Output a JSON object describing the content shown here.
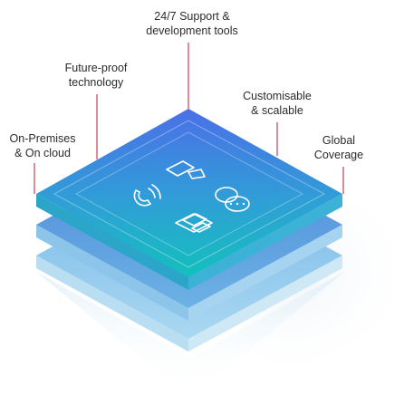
{
  "labels": {
    "support": "24/7 Support &\ndevelopment tools",
    "future": "Future-proof\ntechnology",
    "customisable": "Customisable\n& scalable",
    "premises": "On-Premises\n& On cloud",
    "global": "Global\nCoverage"
  },
  "icons": [
    "video-camera-icon",
    "phone-call-icon",
    "chat-bubbles-icon",
    "wallet-icon"
  ],
  "colors": {
    "top_layer_light": "#4f7fe6",
    "top_layer_dark": "#13b9bf",
    "lower_layer": "#5aa3d9",
    "bottom_layer": "#8ec9ea",
    "connector": "#c3405a",
    "text": "#2b2b2b"
  }
}
